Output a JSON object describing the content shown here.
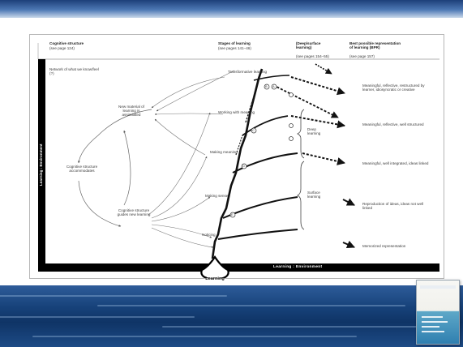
{
  "slide": {
    "colors": {
      "top_band": "#1d3f79",
      "bottom_band": "#17427a",
      "diagram_border": "#000000"
    }
  },
  "diagram": {
    "headers": {
      "col1_title": "Cognitive structure",
      "col1_sub": "(see page 124)",
      "col2_title": "Stages of learning",
      "col2_sub": "(see pages 141–46)",
      "col3_title": "(Deep/surface learning)",
      "col3_sub": "(see pages 154–55)",
      "col4_title": "Best possible representation of learning (BPR)",
      "col4_sub": "(see page 157)"
    },
    "cognitive": {
      "network": "Network of what we know/feel (?)",
      "new_material": "New material of learning is assimilated",
      "accommodates": "Cognitive structure accommodates",
      "guides": "Cognitive structure guides new learning"
    },
    "stages": {
      "transformative": "Transformative learning",
      "working": "Working with meaning",
      "making_meaning": "Making meaning",
      "making_sense": "Making sense",
      "noticing": "Noticing"
    },
    "deep_surface": {
      "deep": "Deep learning",
      "surface": "Surface learning"
    },
    "markers": [
      "B",
      "A",
      "C",
      "D",
      "E"
    ],
    "bpr": {
      "transformative": "Meaningful, reflective, restructured by learner, idiosyncratic or creative",
      "working": "Meaningful, reflective, well structured",
      "making_meaning": "Meaningful, well integrated, ideas linked",
      "making_sense": "Reproduction of ideas, ideas not well linked",
      "noticing": "Memorized representation"
    },
    "environment_vertical": "Learning : Environment",
    "environment_horizontal": "Learning : Environment",
    "learning": "Learning"
  }
}
